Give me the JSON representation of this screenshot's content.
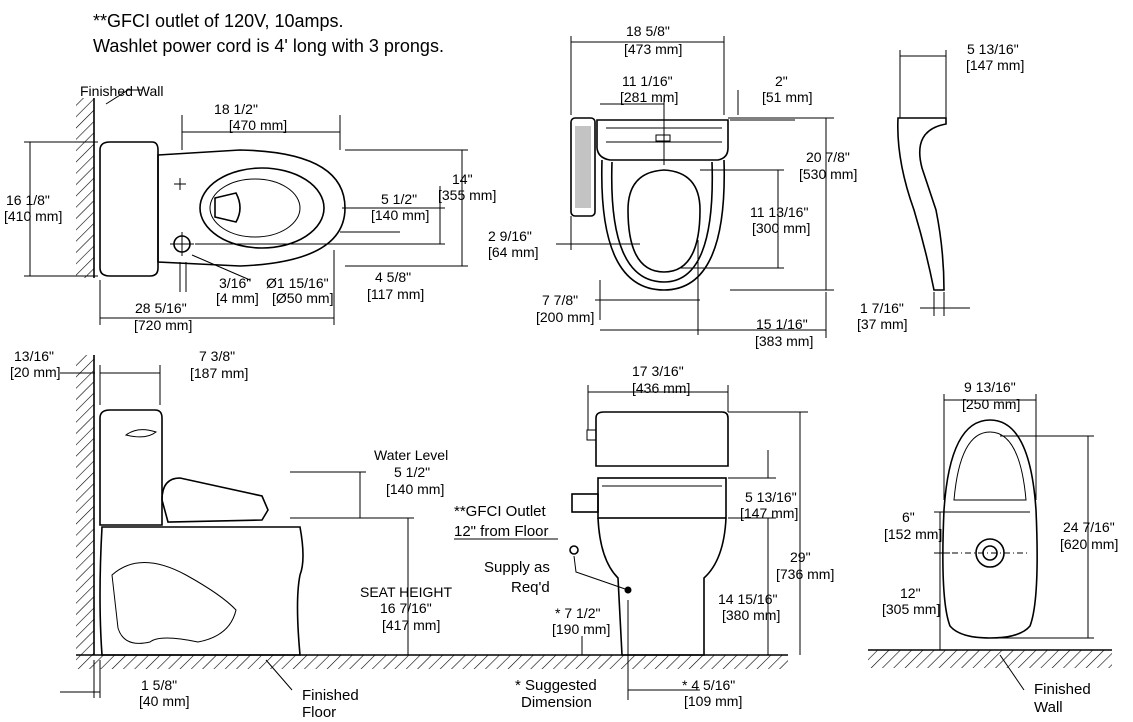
{
  "notes": {
    "line1": "**GFCI outlet of 120V, 10amps.",
    "line2": "Washlet power cord is 4' long with 3 prongs."
  },
  "top_view": {
    "finished_wall": "Finished Wall",
    "dim_18_1_2": "18 1/2\"",
    "dim_470": "[470 mm]",
    "dim_16_1_8": "16 1/8\"",
    "dim_410": "[410 mm]",
    "dim_14": "14\"",
    "dim_355": "[355 mm]",
    "dim_5_1_2": "5 1/2\"",
    "dim_140": "[140 mm]",
    "dim_4_5_8": "4 5/8\"",
    "dim_117": "[117 mm]",
    "dim_3_16": "3/16\"",
    "dim_4mm": "[4 mm]",
    "dim_dia": "Ø1 15/16\"",
    "dim_dia_mm": "[Ø50 mm]",
    "dim_28_5_16": "28 5/16\"",
    "dim_720": "[720 mm]"
  },
  "seat_view": {
    "dim_18_5_8": "18 5/8\"",
    "dim_473": "[473 mm]",
    "dim_11_1_16": "11 1/16\"",
    "dim_281": "[281 mm]",
    "dim_2": "2\"",
    "dim_51": "[51 mm]",
    "dim_20_7_8": "20 7/8\"",
    "dim_530": "[530 mm]",
    "dim_11_13_16": "11 13/16\"",
    "dim_300": "[300 mm]",
    "dim_2_9_16": "2 9/16\"",
    "dim_64": "[64 mm]",
    "dim_7_7_8": "7 7/8\"",
    "dim_200": "[200 mm]",
    "dim_15_1_16": "15 1/16\"",
    "dim_383": "[383 mm]"
  },
  "remote_view": {
    "dim_5_13_16": "5 13/16\"",
    "dim_147": "[147 mm]",
    "dim_1_7_16": "1 7/16\"",
    "dim_37": "[37 mm]"
  },
  "side_view": {
    "dim_13_16": "13/16\"",
    "dim_20": "[20 mm]",
    "dim_7_3_8": "7 3/8\"",
    "dim_187": "[187 mm]",
    "water_level": "Water Level",
    "dim_5_1_2": "5 1/2\"",
    "dim_140": "[140 mm]",
    "seat_height": "SEAT HEIGHT",
    "dim_16_7_16": "16 7/16\"",
    "dim_417": "[417 mm]",
    "dim_1_5_8": "1 5/8\"",
    "dim_40": "[40 mm]",
    "finished_floor_1": "Finished",
    "finished_floor_2": "Floor"
  },
  "front_view": {
    "dim_17_3_16": "17 3/16\"",
    "dim_436": "[436 mm]",
    "gfci_1": "**GFCI Outlet",
    "gfci_2": "12\" from Floor",
    "supply_1": "Supply as",
    "supply_2": "Req'd",
    "dim_5_13_16": "5 13/16\"",
    "dim_147": "[147 mm]",
    "dim_29": "29\"",
    "dim_736": "[736 mm]",
    "dim_14_15_16": "14 15/16\"",
    "dim_380": "[380 mm]",
    "dim_7_1_2": "* 7 1/2\"",
    "dim_190": "[190 mm]",
    "suggested_1": "* Suggested",
    "suggested_2": "Dimension",
    "dim_4_5_16": "* 4 5/16\"",
    "dim_109": "[109 mm]"
  },
  "back_view": {
    "dim_9_13_16": "9 13/16\"",
    "dim_250": "[250 mm]",
    "dim_6": "6\"",
    "dim_152": "[152 mm]",
    "dim_24_7_16": "24 7/16\"",
    "dim_620": "[620 mm]",
    "dim_12": "12\"",
    "dim_305": "[305 mm]",
    "finished_wall_1": "Finished",
    "finished_wall_2": "Wall"
  }
}
